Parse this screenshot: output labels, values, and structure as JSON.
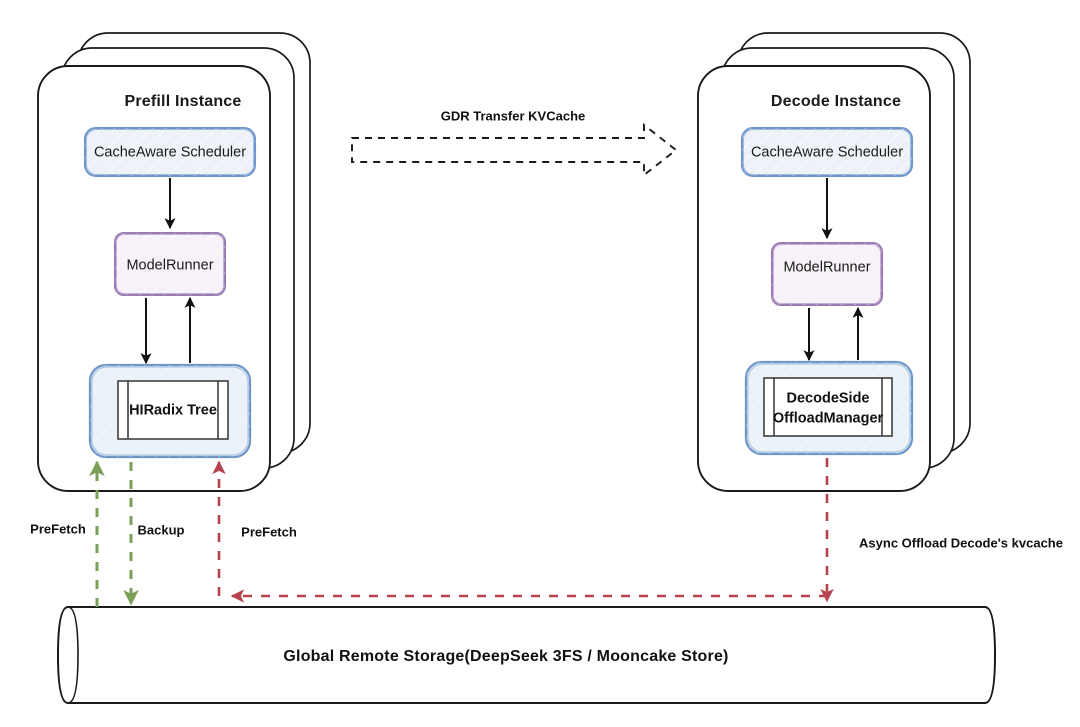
{
  "diagram": {
    "title": "Prefill/Decode disaggregation KVCache architecture",
    "background": "#ffffff",
    "colors": {
      "outline": "#1a1a1a",
      "blue_stroke": "#6f96c9",
      "blue_fill": "#eef2f8",
      "purple_stroke": "#9b7bb3",
      "purple_fill": "#f7f2f7",
      "green_arrow": "#7a9f58",
      "red_arrow": "#b6434f",
      "text": "#111111"
    }
  },
  "prefill_instance": {
    "title": "Prefill Instance",
    "stack_count": 3,
    "nodes": [
      {
        "id": "scheduler",
        "label": "CacheAware Scheduler",
        "shape": "rounded-rect",
        "style": "blue"
      },
      {
        "id": "model_runner",
        "label": "ModelRunner",
        "shape": "rounded-rect",
        "style": "purple"
      },
      {
        "id": "hiradix",
        "label": "HIRadix Tree",
        "shape": "predefined-process",
        "style": "blue"
      }
    ],
    "internal_edges": [
      {
        "from": "scheduler",
        "to": "model_runner",
        "direction": "down",
        "style": "solid-black"
      },
      {
        "from": "model_runner",
        "to": "hiradix",
        "direction": "down",
        "style": "solid-black"
      },
      {
        "from": "hiradix",
        "to": "model_runner",
        "direction": "up",
        "style": "solid-black"
      }
    ]
  },
  "decode_instance": {
    "title": "Decode Instance",
    "stack_count": 3,
    "nodes": [
      {
        "id": "scheduler",
        "label": "CacheAware Scheduler",
        "shape": "rounded-rect",
        "style": "blue"
      },
      {
        "id": "model_runner",
        "label": "ModelRunner",
        "shape": "rounded-rect",
        "style": "purple"
      },
      {
        "id": "offload_manager",
        "label_line1": "DecodeSide",
        "label_line2": "OffloadManager",
        "shape": "predefined-process",
        "style": "blue"
      }
    ],
    "internal_edges": [
      {
        "from": "scheduler",
        "to": "model_runner",
        "direction": "down",
        "style": "solid-black"
      },
      {
        "from": "model_runner",
        "to": "offload_manager",
        "direction": "down",
        "style": "solid-black"
      },
      {
        "from": "offload_manager",
        "to": "model_runner",
        "direction": "up",
        "style": "solid-black"
      }
    ]
  },
  "storage": {
    "label": "Global Remote Storage(DeepSeek 3FS / Mooncake Store)",
    "shape": "cylinder-bar"
  },
  "edges": [
    {
      "id": "gdr",
      "label": "GDR Transfer KVCache",
      "from": "prefill_instance",
      "to": "decode_instance",
      "style": "dashed-block-arrow",
      "direction": "right",
      "color": "#1a1a1a"
    },
    {
      "id": "prefetch_green",
      "label": "PreFetch",
      "from": "storage",
      "to": "hiradix",
      "style": "dashed",
      "direction": "up",
      "color": "#7a9f58"
    },
    {
      "id": "backup",
      "label": "Backup",
      "from": "hiradix",
      "to": "storage",
      "style": "dashed",
      "direction": "down",
      "color": "#7a9f58"
    },
    {
      "id": "prefetch_red",
      "label": "PreFetch",
      "from": "storage",
      "to": "hiradix",
      "style": "dashed",
      "direction": "up",
      "color": "#b6434f"
    },
    {
      "id": "async_offload",
      "label": "Async Offload Decode's kvcache",
      "from": "offload_manager",
      "to": "storage",
      "style": "dashed",
      "direction": "down",
      "color": "#b6434f"
    }
  ]
}
